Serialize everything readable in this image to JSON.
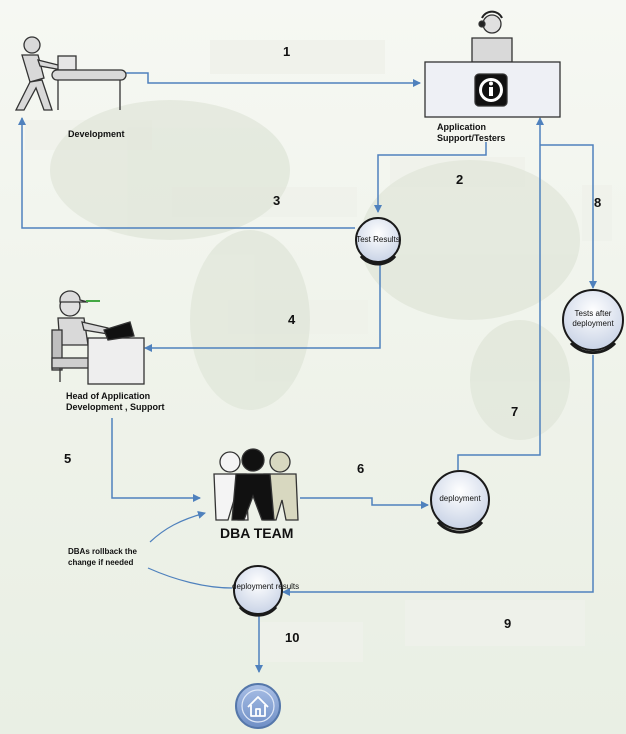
{
  "nodes": {
    "development": "Development",
    "app_support": "Application\nSupport/Testers",
    "head_of_dev": "Head of Application\nDevelopment , Support",
    "dba_team": "DBA TEAM",
    "test_results": "Test Results",
    "tests_after": "Tests after\ndeployment",
    "deployment": "deployment",
    "deployment_results": "deployment results"
  },
  "notes": {
    "rollback": "DBAs rollback the\nchange if needed"
  },
  "steps": [
    "1",
    "2",
    "3",
    "4",
    "5",
    "6",
    "7",
    "8",
    "9",
    "10"
  ],
  "colors": {
    "arrow": "#4f81bd",
    "node_fill_top": "#ffffff",
    "node_fill_bottom": "#c9d3e6",
    "node_border": "#1a1a1a",
    "home_fill": "#8aa6d6"
  },
  "icons": {
    "development": "worker-conveyor-icon",
    "app_support": "helpdesk-info-icon",
    "head_of_dev": "desk-worker-icon",
    "dba_team": "team-people-icon",
    "end": "home-icon"
  }
}
